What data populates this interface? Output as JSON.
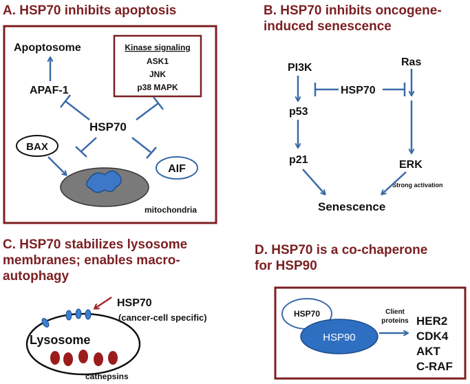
{
  "colors": {
    "title": "#7b1f22",
    "frame": "#7b1f22",
    "arrow": "#3a6aa8",
    "mitochondria_fill": "#7a7a7a",
    "mitochondria_inner": "#3d78c8",
    "hsp90_fill": "#2f6fc2",
    "cathepsin": "#9b1c1c",
    "lysosome_bump": "#3a7fd4"
  },
  "panel_a": {
    "title": "A.  HSP70 inhibits apoptosis",
    "apoptosome": "Apoptosome",
    "apaf1": "APAF-1",
    "kinase_title": "Kinase signaling",
    "kinase_items": [
      "ASK1",
      "JNK",
      "p38 MAPK"
    ],
    "hsp70": "HSP70",
    "bax": "BAX",
    "aif": "AIF",
    "mitochondria": "mitochondria"
  },
  "panel_b": {
    "title_line1": "B.  HSP70 inhibits oncogene-",
    "title_line2": "induced senescence",
    "pi3k": "PI3K",
    "ras": "Ras",
    "hsp70": "HSP70",
    "p53": "p53",
    "p21": "p21",
    "erk": "ERK",
    "strong_activation": "Strong activation",
    "senescence": "Senescence"
  },
  "panel_c": {
    "title_line1": "C.  HSP70 stabilizes lysosome",
    "title_line2": "membranes; enables macro-",
    "title_line3": "autophagy",
    "hsp70": "HSP70",
    "cancer_specific": "(cancer-cell specific)",
    "lysosome": "Lysosome",
    "cathepsins": "cathepsins"
  },
  "panel_d": {
    "title_line1": "D.  HSP70 is a co-chaperone",
    "title_line2": "for HSP90",
    "hsp70": "HSP70",
    "hsp90": "HSP90",
    "client_line1": "Client",
    "client_line2": "proteins",
    "clients": [
      "HER2",
      "CDK4",
      "AKT",
      "C-RAF"
    ]
  }
}
